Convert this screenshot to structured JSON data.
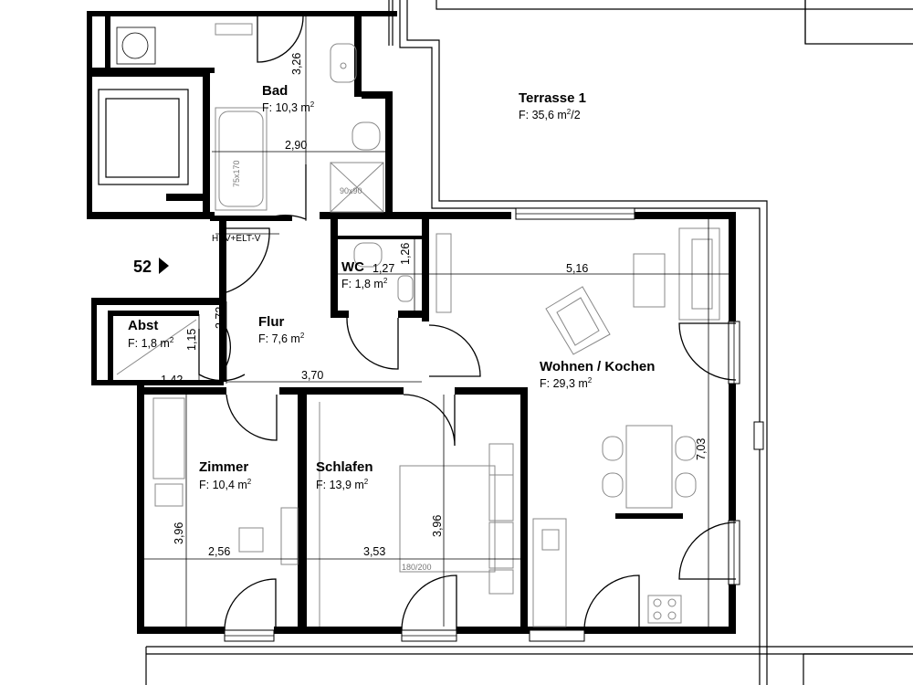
{
  "unit_number": "52",
  "rooms": {
    "terrasse": {
      "name": "Terrasse 1",
      "area_prefix": "F: 35,6 m",
      "area_sup": "2",
      "area_suffix": "/2"
    },
    "bad": {
      "name": "Bad",
      "area_prefix": "F: 10,3 m",
      "area_sup": "2"
    },
    "wc": {
      "name": "WC",
      "area_prefix": "F: 1,8 m",
      "area_sup": "2"
    },
    "flur": {
      "name": "Flur",
      "area_prefix": "F: 7,6 m",
      "area_sup": "2"
    },
    "abst": {
      "name": "Abst",
      "area_prefix": "F: 1,8 m",
      "area_sup": "2"
    },
    "wohnen": {
      "name": "Wohnen / Kochen",
      "area_prefix": "F: 29,3 m",
      "area_sup": "2"
    },
    "zimmer": {
      "name": "Zimmer",
      "area_prefix": "F: 10,4 m",
      "area_sup": "2"
    },
    "schlafen": {
      "name": "Schlafen",
      "area_prefix": "F: 13,9 m",
      "area_sup": "2"
    }
  },
  "dimensions": {
    "bad_height": "3,26",
    "bad_width": "2,90",
    "wc_width": "1,27",
    "wc_height": "1,26",
    "wohnen_width": "5,16",
    "flur_height": "2,72",
    "abst_height": "1,15",
    "abst_width": "1,42",
    "flur_width": "3,70",
    "wohnen_height": "7,03",
    "zimmer_height": "3,96",
    "zimmer_width": "2,56",
    "schlafen_width": "3,53",
    "schlafen_height": "3,96"
  },
  "labels": {
    "tub": "75x170",
    "shower": "90x90",
    "bed": "180/200",
    "shaft": "HKV+ELT-V"
  }
}
